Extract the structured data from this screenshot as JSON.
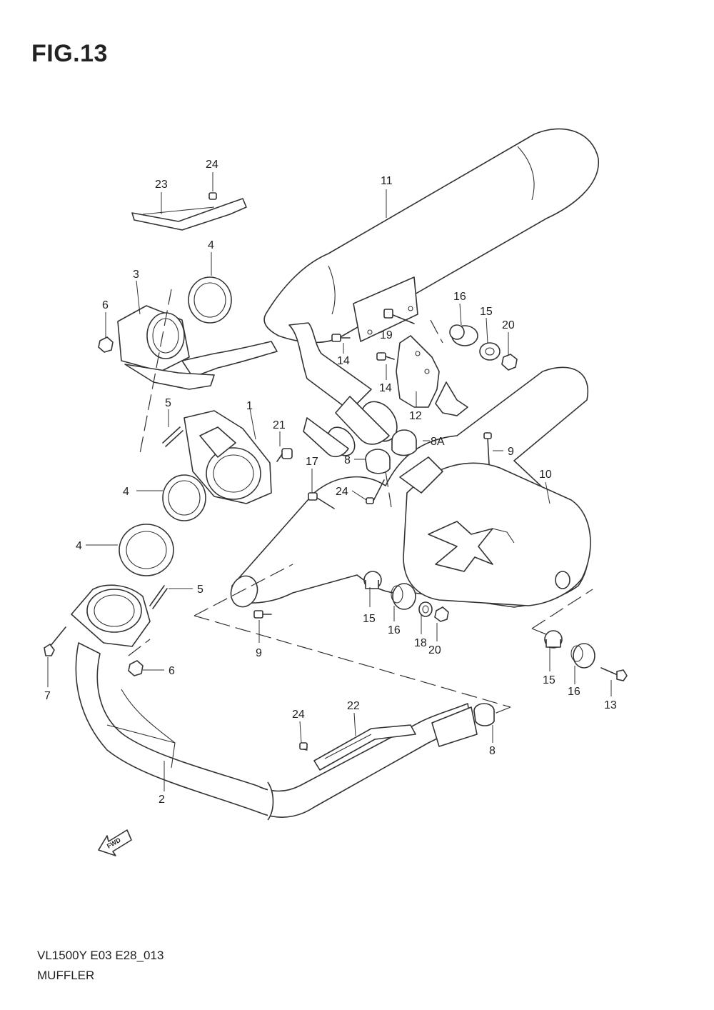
{
  "figure": {
    "title": "FIG.13",
    "model_code": "VL1500Y E03 E28_013",
    "name": "MUFFLER"
  },
  "fwd_arrow_text": "FWD",
  "callouts": {
    "c1": "1",
    "c2": "2",
    "c3": "3",
    "c4a": "4",
    "c4b": "4",
    "c4c": "4",
    "c5a": "5",
    "c5b": "5",
    "c6a": "6",
    "c6b": "6",
    "c7": "7",
    "c8a": "8",
    "c8b": "8",
    "c8A": "8A",
    "c9a": "9",
    "c9b": "9",
    "c10": "10",
    "c11": "11",
    "c12": "12",
    "c13": "13",
    "c14a": "14",
    "c14b": "14",
    "c15a": "15",
    "c15b": "15",
    "c15c": "15",
    "c16a": "16",
    "c16b": "16",
    "c16c": "16",
    "c17": "17",
    "c18": "18",
    "c19": "19",
    "c20a": "20",
    "c20b": "20",
    "c21": "21",
    "c22": "22",
    "c23": "23",
    "c24a": "24",
    "c24b": "24",
    "c24c": "24"
  }
}
